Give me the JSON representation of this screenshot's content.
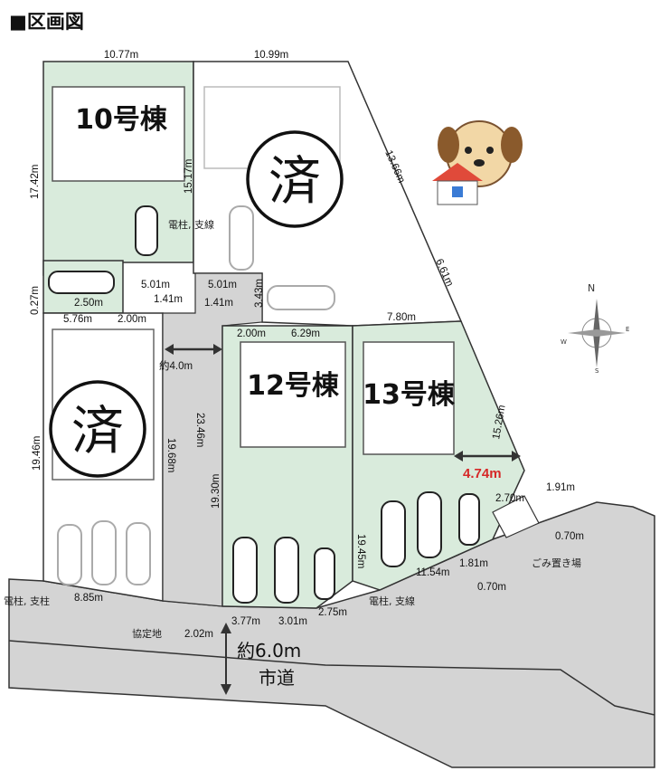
{
  "title": "■区画図",
  "lots": {
    "lot10": "10号棟",
    "lot12": "12号棟",
    "lot13": "13号棟",
    "sold": "済"
  },
  "dims": {
    "d1": "10.77m",
    "d2": "10.99m",
    "d3": "13.66m",
    "d4": "6.61m",
    "d5": "17.42m",
    "d6": "15.17m",
    "d7": "0.27m",
    "d8": "5.76m",
    "d9": "2.00m",
    "d10": "2.50m",
    "d11": "5.01m",
    "d12": "1.41m",
    "d13": "5.01m",
    "d14": "1.41m",
    "d15": "3.43m",
    "d16": "7.80m",
    "d17": "2.00m",
    "d18": "6.29m",
    "d19": "約4.0m",
    "d20": "19.46m",
    "d21": "19.68m",
    "d22": "23.46m",
    "d23": "19.30m",
    "d24": "15.26m",
    "d25": "4.74m",
    "d26": "1.91m",
    "d27": "2.70m",
    "d28": "19.45m",
    "d29": "0.70m",
    "d30": "11.54m",
    "d31": "1.81m",
    "d32": "0.70m",
    "d33": "8.85m",
    "d34": "3.77m",
    "d35": "3.01m",
    "d36": "2.75m",
    "d37": "2.02m"
  },
  "labels": {
    "pole1": "電柱, 支線",
    "pole2": "電柱, 支柱",
    "pole3": "電柱, 支線",
    "garbage": "ごみ置き場",
    "agreement": "協定地",
    "road_width": "約6.0m",
    "road": "市道"
  },
  "compass": {
    "n": "N",
    "e": "E",
    "s": "S",
    "w": "W"
  },
  "colors": {
    "lot_green": "#d9ebdc",
    "road_gray": "#d4d4d4",
    "line": "#333333",
    "highlight_red": "#d62828"
  }
}
